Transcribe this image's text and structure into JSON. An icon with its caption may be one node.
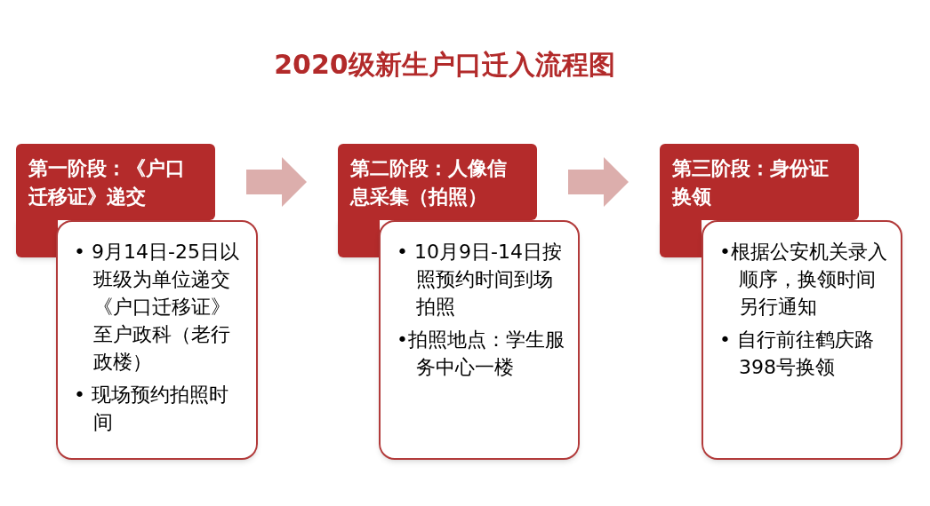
{
  "diagram": {
    "title": "2020级新生户口迁入流程图",
    "nodes": [
      {
        "text": [
          "第一阶段：《户口迁移证》递交"
        ]
      },
      {
        "text": [
          "• 9月14日-25日以班级为单位递交《户口迁移证》至户政科（老行政楼）",
          "• 现场预约拍照时间"
        ]
      },
      {
        "text": [
          "第二阶段：人像信息采集（拍照）"
        ]
      },
      {
        "text": [
          "• 10月9日-14日按照预约时间到场拍照",
          "•拍照地点：学生服务中心一楼"
        ]
      },
      {
        "text": [
          "第三阶段：身份证换领"
        ]
      },
      {
        "text": [
          "•根据公安机关录入顺序，换领时间另行通知",
          "• 自行前往鹤庆路398号换领"
        ]
      }
    ],
    "edges": [
      {
        "from": 0,
        "to": 2,
        "arrow": "to"
      },
      {
        "from": 2,
        "to": 4,
        "arrow": "to"
      }
    ]
  }
}
